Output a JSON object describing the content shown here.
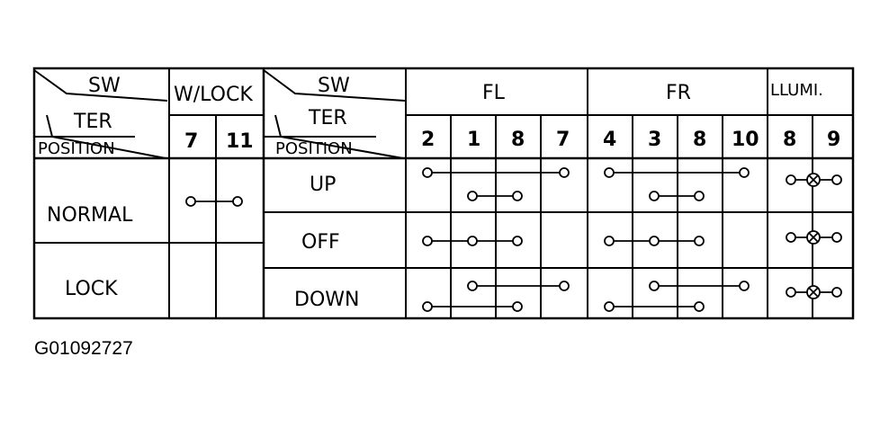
{
  "left_table": {
    "header": {
      "sw": "SW",
      "ter": "TER",
      "position": "POSITION"
    },
    "group_label": "W/LOCK",
    "terminals": [
      "7",
      "11"
    ],
    "positions": [
      "NORMAL",
      "LOCK"
    ]
  },
  "right_table": {
    "header": {
      "sw": "SW",
      "ter": "TER",
      "position": "POSITION"
    },
    "groups": [
      {
        "label": "FL",
        "terminals": [
          "2",
          "1",
          "8",
          "7"
        ]
      },
      {
        "label": "FR",
        "terminals": [
          "4",
          "3",
          "8",
          "10"
        ]
      },
      {
        "label": "LLUMI.",
        "terminals": [
          "8",
          "9"
        ]
      }
    ],
    "positions": [
      "UP",
      "OFF",
      "DOWN"
    ]
  },
  "figure_code": "G01092727"
}
